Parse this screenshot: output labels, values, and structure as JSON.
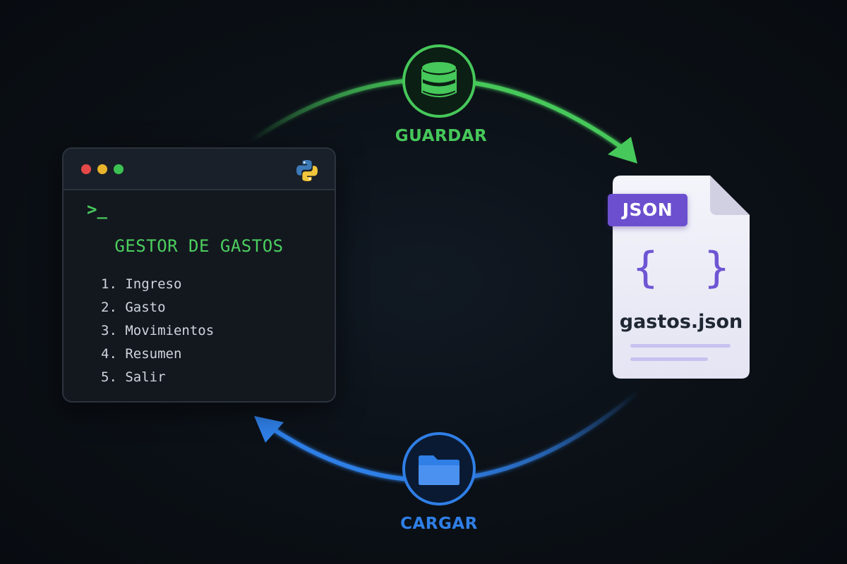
{
  "diagram": {
    "save_label": "GUARDAR",
    "load_label": "CARGAR",
    "save_color": "#46c85a",
    "load_color": "#2f7fe6",
    "save_icon": "database-icon",
    "load_icon": "folder-icon"
  },
  "terminal": {
    "prompt": ">_",
    "title": "GESTOR DE GASTOS",
    "menu": [
      "1. Ingreso",
      "2. Gasto",
      "3. Movimientos",
      "4. Resumen",
      "5. Salir"
    ],
    "window_buttons": [
      "#e54848",
      "#e8b42b",
      "#3cc253"
    ],
    "logo_icon": "python-logo-icon"
  },
  "json_file": {
    "badge": "JSON",
    "braces": "{ }",
    "file_name": "gastos.json",
    "accent_color": "#6b4fcf"
  }
}
